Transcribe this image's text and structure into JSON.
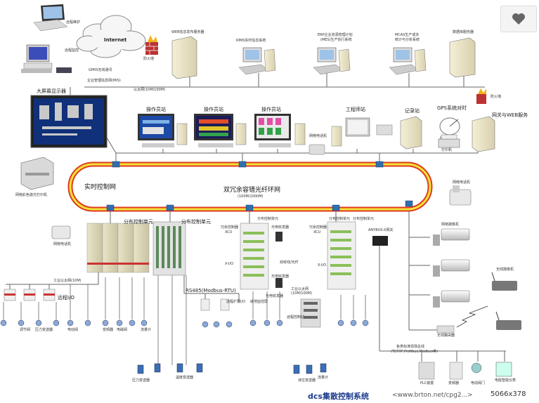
{
  "labels": {
    "remote_maint": "远程维护",
    "internet": "Internet",
    "firewall1": "防火墙",
    "web_server": "WEB信息发布服务器",
    "rmis": "RMIS实时信息系统",
    "erp": "ERP企业资源管理计划",
    "mes": "(MES)生产执行系统",
    "mcas1": "MCAS生产成本",
    "mcas2": "统计与分析系统",
    "db_server": "数据库服务器",
    "remote_monitor": "远程监控",
    "gprs": "GPRS无线通讯",
    "mis_net": "企业管理信息网(MIS)",
    "ethernet": "以太网(10M/100M)",
    "bigscreen": "大屏幕显示器",
    "op1": "操作员站",
    "op2": "操作员站",
    "op3": "操作员站",
    "eng": "工程师站",
    "recorder": "记录站",
    "gps": "GPS系统对时",
    "firewall2": "防火墙",
    "gateway": "网关与WEB服务",
    "net_phone1": "网络电话机",
    "printer": "打印机",
    "laser_printer": "网络彩色激光打印机",
    "net_phone2": "网络电话机",
    "realtime": "实时控制网",
    "ring1": "双冗余容错光纤环网",
    "ring2": "(100M/1000M)",
    "net_phone3": "网络电话机",
    "dcu1": "分布控制单元",
    "dcu2": "分布控制单元",
    "dcu3": "分布控制单元",
    "dcu4": "分布控制单元",
    "dcu5": "分布控制单元",
    "net_cam": "网络摄像机",
    "xcu1a": "冗余控制器",
    "xcu1b": "XCU",
    "xcu2a": "冗余控制器",
    "xcu2b": "XCU",
    "fiber_rx1": "光电收发器",
    "fiber_rx2": "光电收发器",
    "fiber_eth": "双绞线/光纤",
    "x_io1": "X-I/O",
    "x_io2": "X-I/O",
    "anybus": "ANYBUS-X网关",
    "ind_eth1": "工业以太网(10M)",
    "remote_io1": "远程I/O",
    "rs485": "RS485(Modbus-RTU)",
    "remote_exp": "远程扩展I/O",
    "ind_eth2a": "工业以太网",
    "ind_eth2b": "(10M/100M)",
    "fiber_rx3": "光电收发器",
    "remote_rack": "远程控制站",
    "fb_io": "就地监控屏",
    "wireless_cam": "无线摄像机",
    "wireless_router": "无线路由器",
    "fieldbus1": "各类标准现场总线",
    "fieldbus2": "(TCP/IP,Profibus,Modbus等)",
    "plc": "PLC装置",
    "freq": "变频器",
    "valve_pos": "电动阀门",
    "meter": "电能智能仪表",
    "field1": "调节阀",
    "field2": "压力变送器",
    "field3": "电动阀",
    "field4": "变频器",
    "field5": "电磁阀",
    "field6": "流量计",
    "field7": "压力变送器",
    "field8": "温度变送器",
    "field9": "液位变送器",
    "field10": "流量计"
  },
  "caption": "dcs集散控制系统",
  "url": "<www.brton.net/cpg2...>",
  "dims": "5066x378",
  "colors": {
    "ring_outer": "#e03a1e",
    "ring_inner": "#f2e33a",
    "line": "#555555",
    "caption": "#1a3a8c"
  },
  "icons": [
    "heart-icon",
    "cloud-icon",
    "firewall-icon",
    "server-icon",
    "workstation-icon",
    "switch-icon",
    "cabinet-icon",
    "camera-icon",
    "phone-icon",
    "printer-icon",
    "valve-icon",
    "transmitter-icon"
  ]
}
